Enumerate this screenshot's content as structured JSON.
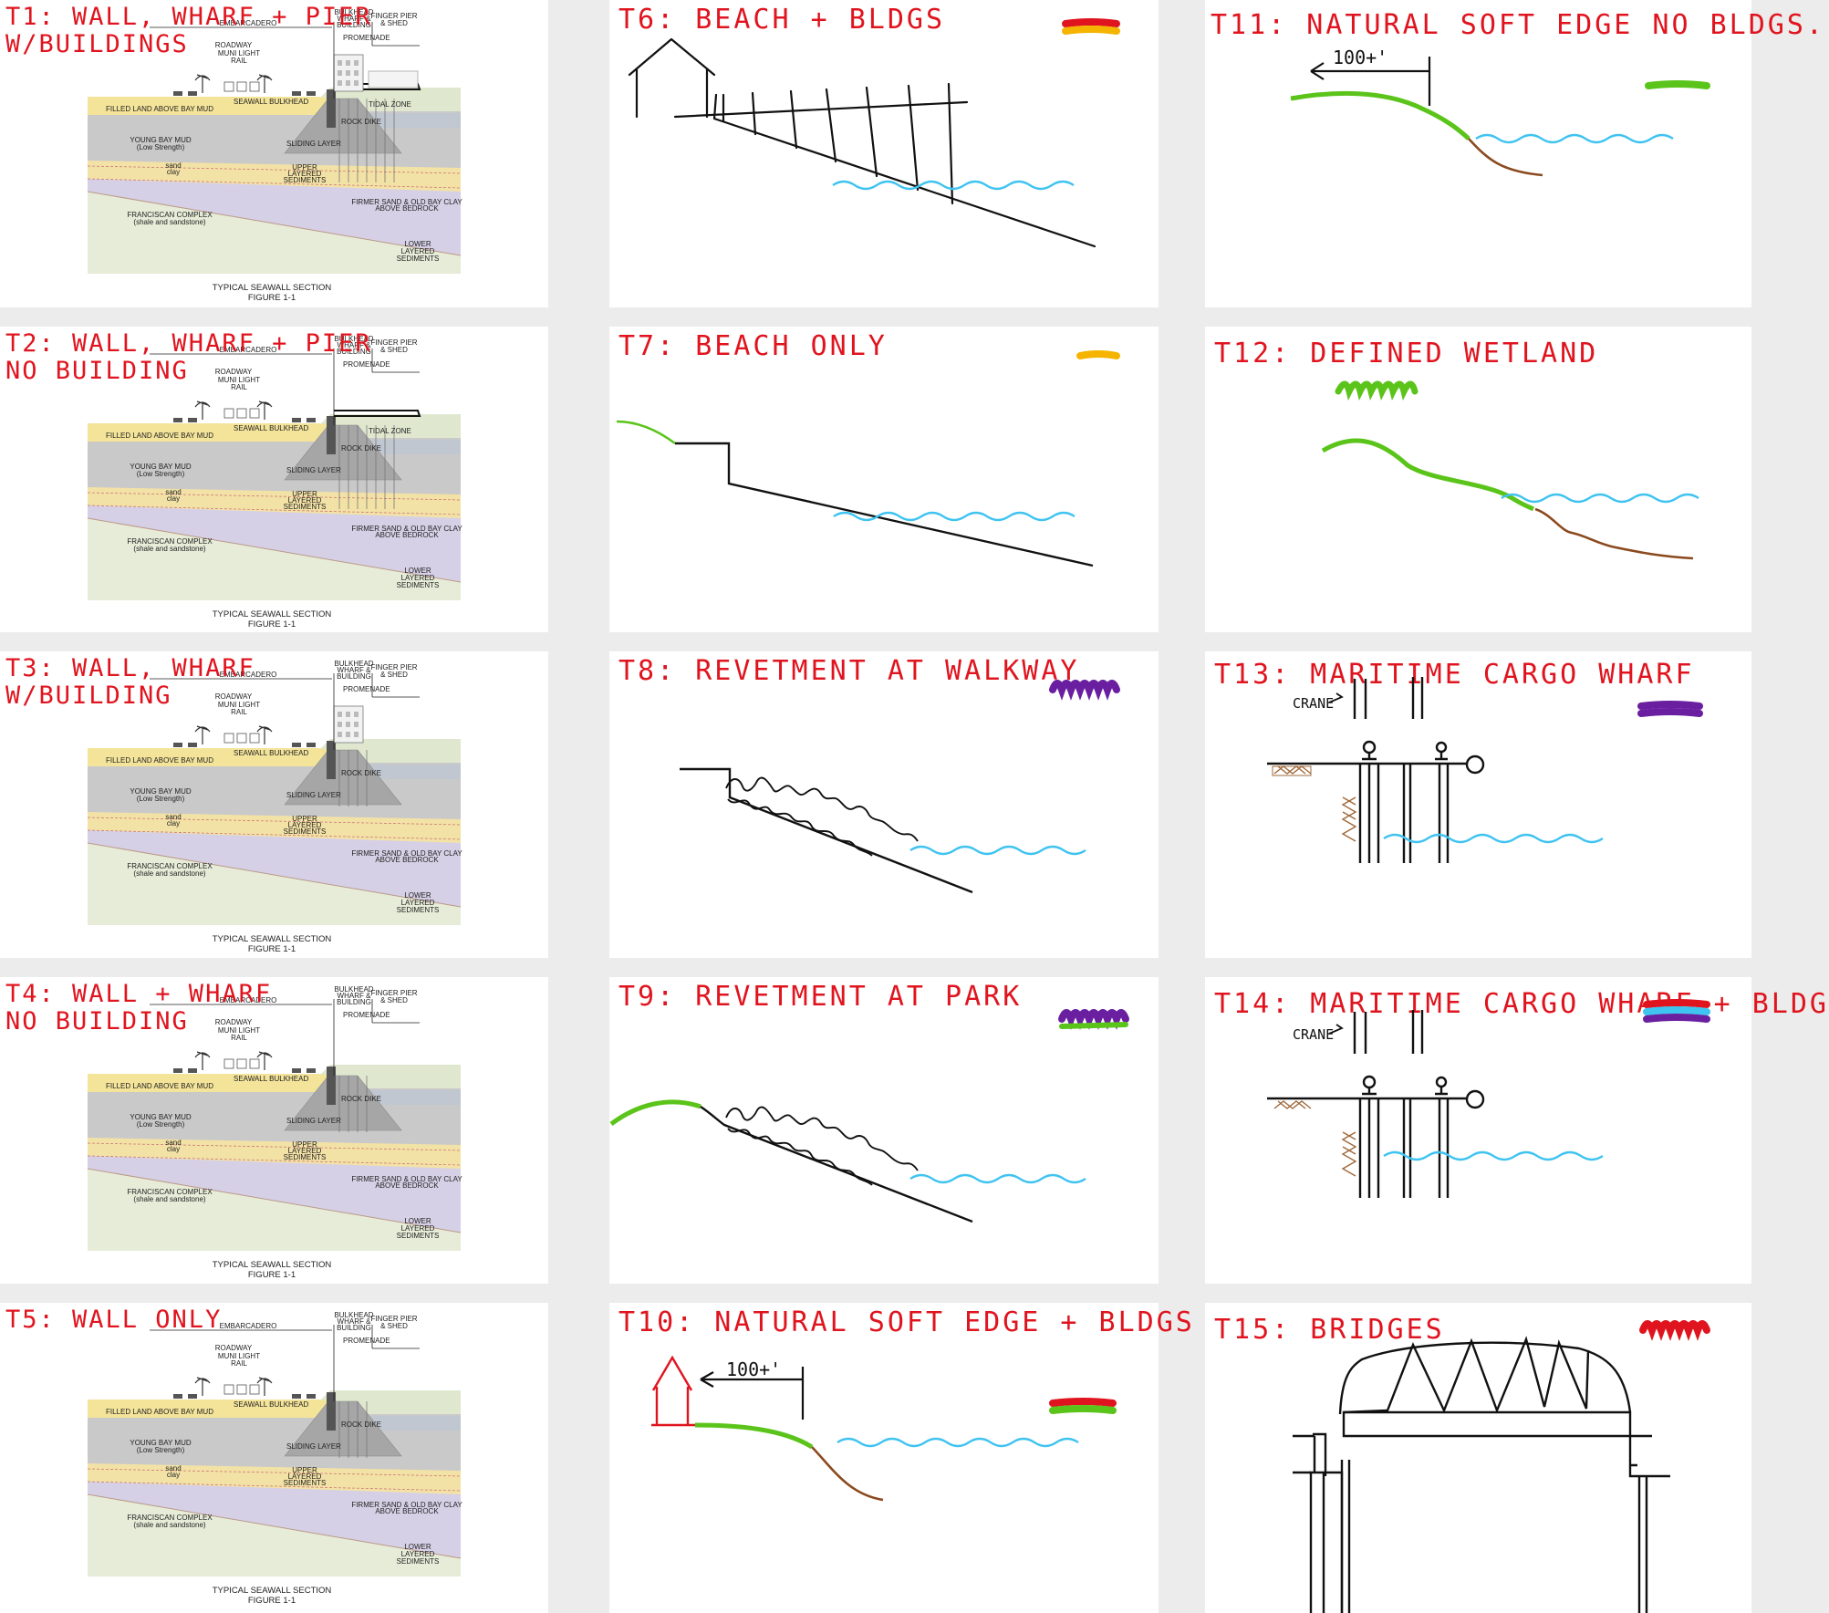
{
  "panels": [
    {
      "id": "T1",
      "title": "T1: WALL, WHARF + PIER\nW/BUILDINGS",
      "colors": [
        "#e0141e",
        "#6a1fa0",
        "#3fc3f0"
      ]
    },
    {
      "id": "T2",
      "title": "T2: WALL, WHARF + PIER\nNO BUILDING",
      "colors": [
        "#6a1fa0",
        "#3fc3f0"
      ]
    },
    {
      "id": "T3",
      "title": "T3: WALL, WHARF\nW/BUILDING",
      "colors": [
        "#e0141e",
        "#6a1fa0"
      ]
    },
    {
      "id": "T4",
      "title": "T4: WALL + WHARF\nNO BUILDING",
      "colors": [
        "#6a1fa0"
      ]
    },
    {
      "id": "T5",
      "title": "T5: WALL ONLY",
      "colors": [
        "#111111",
        "#111111"
      ]
    },
    {
      "id": "T6",
      "title": "T6: BEACH + BLDGS",
      "colors": [
        "#e0141e",
        "#f5b400"
      ]
    },
    {
      "id": "T7",
      "title": "T7: BEACH ONLY",
      "colors": [
        "#f5b400"
      ]
    },
    {
      "id": "T8",
      "title": "T8: REVETMENT AT WALKWAY",
      "colors": [
        "#6a1fa0"
      ]
    },
    {
      "id": "T9",
      "title": "T9: REVETMENT AT PARK",
      "colors": [
        "#6a1fa0",
        "#5bc41a"
      ]
    },
    {
      "id": "T10",
      "title": "T10: NATURAL SOFT EDGE + BLDGS",
      "colors": [
        "#e0141e",
        "#5bc41a"
      ]
    },
    {
      "id": "T11",
      "title": "T11: NATURAL SOFT EDGE NO BLDGS.",
      "colors": [
        "#5bc41a"
      ]
    },
    {
      "id": "T12",
      "title": "T12: DEFINED WETLAND",
      "colors": [
        "#5bc41a"
      ]
    },
    {
      "id": "T13",
      "title": "T13: MARITIME CARGO WHARF",
      "colors": [
        "#6a1fa0",
        "#6a1fa0"
      ]
    },
    {
      "id": "T14",
      "title": "T14: MARITIME CARGO WHARF + BLDG",
      "colors": [
        "#e0141e",
        "#3fc3f0",
        "#6a1fa0"
      ]
    },
    {
      "id": "T15",
      "title": "T15: BRIDGES",
      "colors": [
        "#e0141e"
      ]
    }
  ],
  "section": {
    "embarcadero": "EMBARCADERO",
    "bulkhead1": "BULKHEAD",
    "bulkhead2": "WHARF &",
    "bulkhead3": "BUILDING",
    "finger1": "FINGER PIER",
    "finger2": "& SHED",
    "promenade": "PROMENADE",
    "roadway": "ROADWAY",
    "muni1": "MUNI LIGHT",
    "muni2": "RAIL",
    "filled": "FILLED LAND ABOVE BAY MUD",
    "seawall": "SEAWALL BULKHEAD",
    "tidal": "TIDAL ZONE",
    "rock": "ROCK DIKE",
    "sliding": "SLIDING LAYER",
    "ybm1": "YOUNG BAY MUD",
    "ybm2": "(Low Strength)",
    "sand": "sand",
    "clay": "clay",
    "upper1": "UPPER",
    "upper2": "LAYERED",
    "upper3": "SEDIMENTS",
    "firmer1": "FIRMER SAND & OLD BAY CLAY",
    "firmer2": "ABOVE BEDROCK",
    "franc1": "FRANCISCAN COMPLEX",
    "franc2": "(shale and sandstone)",
    "lower1": "LOWER",
    "lower2": "LAYERED",
    "lower3": "SEDIMENTS",
    "cap1": "TYPICAL SEAWALL SECTION",
    "cap2": "FIGURE 1-1"
  },
  "notes": {
    "dist_t10": "100+'",
    "dist_t11": "100+'",
    "crane_t13": "CRANE",
    "crane_t14": "CRANE"
  }
}
